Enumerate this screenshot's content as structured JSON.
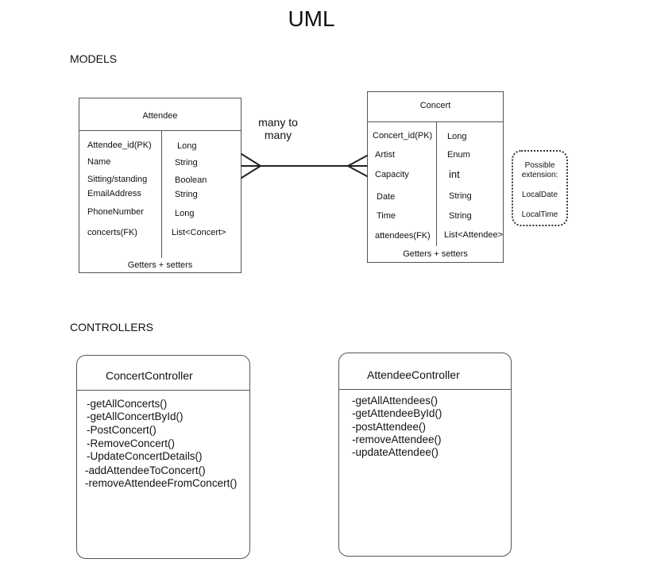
{
  "title": "UML",
  "sections": {
    "models": "MODELS",
    "controllers": "CONTROLLERS"
  },
  "attendee": {
    "name": "Attendee",
    "rows": [
      {
        "field": "Attendee_id(PK)",
        "type": "Long"
      },
      {
        "field": "Name",
        "type": "String"
      },
      {
        "field": "Sitting/standing",
        "type": "Boolean"
      },
      {
        "field": "EmailAddress",
        "type": "String"
      },
      {
        "field": "PhoneNumber",
        "type": "Long"
      },
      {
        "field": "concerts(FK)",
        "type": "List<Concert>"
      }
    ],
    "footer": "Getters + setters"
  },
  "concert": {
    "name": "Concert",
    "rows": [
      {
        "field": "Concert_id(PK)",
        "type": "Long"
      },
      {
        "field": "Artist",
        "type": "Enum"
      },
      {
        "field": "Capacity",
        "type": "int"
      },
      {
        "field": "Date",
        "type": "String"
      },
      {
        "field": "Time",
        "type": "String"
      },
      {
        "field": "attendees(FK)",
        "type": "List<Attendee>"
      }
    ],
    "footer": "Getters + setters"
  },
  "relationship": {
    "line1": "many to",
    "line2": "many"
  },
  "extension": {
    "line1": "Possible",
    "line2": "extension:",
    "item1": "LocalDate",
    "item2": "LocalTime"
  },
  "concert_controller": {
    "name": "ConcertController",
    "methods": [
      "-getAllConcerts()",
      "-getAllConcertById()",
      "-PostConcert()",
      "-RemoveConcert()",
      "-UpdateConcertDetails()",
      "-addAttendeeToConcert()",
      "-removeAttendeeFromConcert()"
    ]
  },
  "attendee_controller": {
    "name": "AttendeeController",
    "methods": [
      "-getAllAttendees()",
      "-getAttendeeById()",
      "-postAttendee()",
      "-removeAttendee()",
      "-updateAttendee()"
    ]
  }
}
